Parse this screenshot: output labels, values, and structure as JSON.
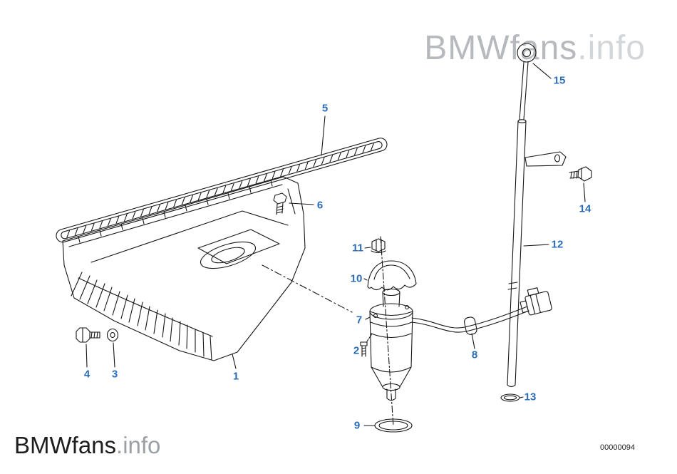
{
  "watermark": {
    "brand": "BMWfans",
    "suffix": ".info"
  },
  "diagram": {
    "code": "00000094",
    "callouts": [
      {
        "label": "1"
      },
      {
        "label": "2"
      },
      {
        "label": "3"
      },
      {
        "label": "4"
      },
      {
        "label": "5"
      },
      {
        "label": "6"
      },
      {
        "label": "7"
      },
      {
        "label": "8"
      },
      {
        "label": "9"
      },
      {
        "label": "10"
      },
      {
        "label": "11"
      },
      {
        "label": "12"
      },
      {
        "label": "13"
      },
      {
        "label": "14"
      },
      {
        "label": "15"
      }
    ]
  },
  "colors": {
    "callout_blue": "#2b6db5",
    "line_black": "#161616",
    "watermark_light_gray": "#b6babe",
    "watermark_lighter_gray": "#d3d6d9",
    "watermark_dark": "#1d1d1d",
    "watermark_mid_gray": "#9ba0a4",
    "background": "#ffffff"
  }
}
